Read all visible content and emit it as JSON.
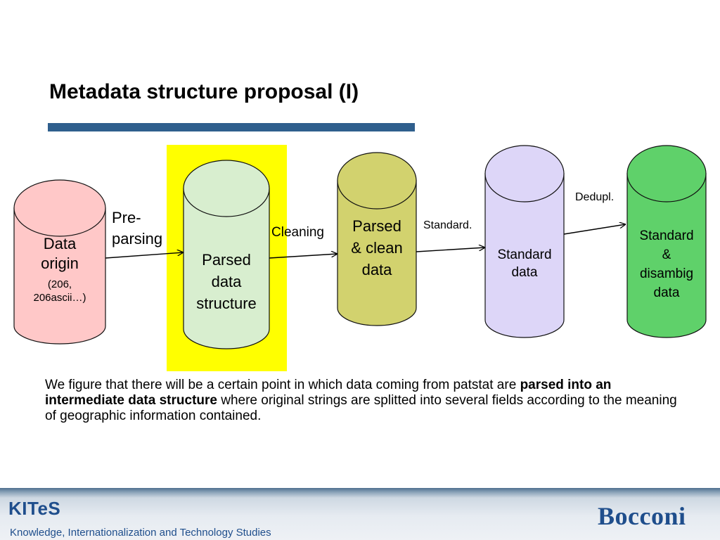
{
  "slide": {
    "title": "Metadata structure proposal (I)"
  },
  "diagram": {
    "nodes": [
      {
        "id": "data-origin",
        "label": "Data origin",
        "sublabel": "(206, 206ascii…)",
        "color": "#ffc8c8"
      },
      {
        "id": "parsed-data-structure",
        "label": "Parsed data structure",
        "color": "#d8eecf"
      },
      {
        "id": "parsed-clean-data",
        "label": "Parsed & clean data",
        "color": "#d2d26e"
      },
      {
        "id": "standard-data",
        "label": "Standard data",
        "color": "#ddd6f8"
      },
      {
        "id": "standard-disambig-data",
        "label": "Standard & disambig data",
        "color": "#5fd16a"
      }
    ],
    "edges": [
      {
        "from": "data-origin",
        "to": "parsed-data-structure",
        "label": "Pre-parsing"
      },
      {
        "from": "parsed-data-structure",
        "to": "parsed-clean-data",
        "label": "Cleaning"
      },
      {
        "from": "parsed-clean-data",
        "to": "standard-data",
        "label": "Standard."
      },
      {
        "from": "standard-data",
        "to": "standard-disambig-data",
        "label": "Dedupl."
      }
    ],
    "highlight_color": "#ffff00"
  },
  "labels": {
    "data_origin_line1": "Data",
    "data_origin_line2": "origin",
    "data_origin_sub1": "(206,",
    "data_origin_sub2": "206ascii…)",
    "parsed_line1": "Parsed",
    "parsed_line2": "data",
    "parsed_line3": "structure",
    "clean_line1": "Parsed",
    "clean_line2": "& clean",
    "clean_line3": "data",
    "standard_line1": "Standard",
    "standard_line2": "data",
    "disambig_line1": "Standard",
    "disambig_line2": "&",
    "disambig_line3": "disambig",
    "disambig_line4": "data",
    "edge_preparsing_1": "Pre-",
    "edge_preparsing_2": "parsing",
    "edge_cleaning": "Cleaning",
    "edge_standard": "Standard.",
    "edge_dedupl": "Dedupl."
  },
  "description": {
    "part1": "We figure that there will be a certain point in which data coming from patstat are ",
    "bold": "parsed into an intermediate data structure",
    "part2": " where original strings  are splitted into several fields according to the meaning of geographic information contained."
  },
  "footer": {
    "logo_text": "KITeS",
    "logo_subtitle": "Knowledge, Internationalization and Technology Studies",
    "university": "Bocconi",
    "accent_color": "#1f4e8c"
  }
}
